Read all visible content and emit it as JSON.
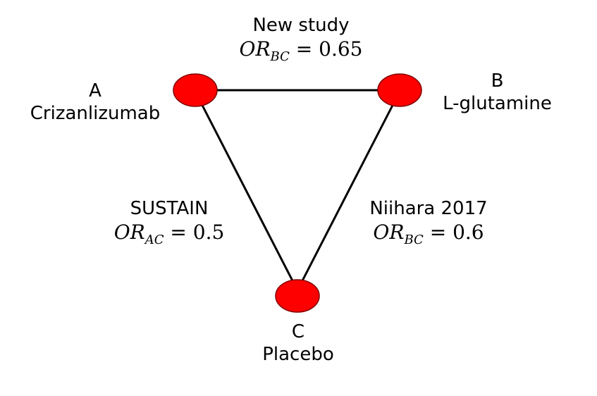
{
  "nodes": {
    "a": {
      "letter": "A",
      "name": "Crizanlizumab"
    },
    "b": {
      "letter": "B",
      "name": "L-glutamine"
    },
    "c": {
      "letter": "C",
      "name": "Placebo"
    }
  },
  "edges": {
    "ab": {
      "study": "New study",
      "or_symbol": "OR",
      "or_subscript": "BC",
      "or_value": "= 0.65"
    },
    "ac": {
      "study": "SUSTAIN",
      "or_symbol": "OR",
      "or_subscript": "AC",
      "or_value": "= 0.5"
    },
    "bc": {
      "study": "Niihara 2017",
      "or_symbol": "OR",
      "or_subscript": "BC",
      "or_value": "= 0.6"
    }
  },
  "colors": {
    "node_fill": "#ff0000",
    "edge": "#000000"
  }
}
